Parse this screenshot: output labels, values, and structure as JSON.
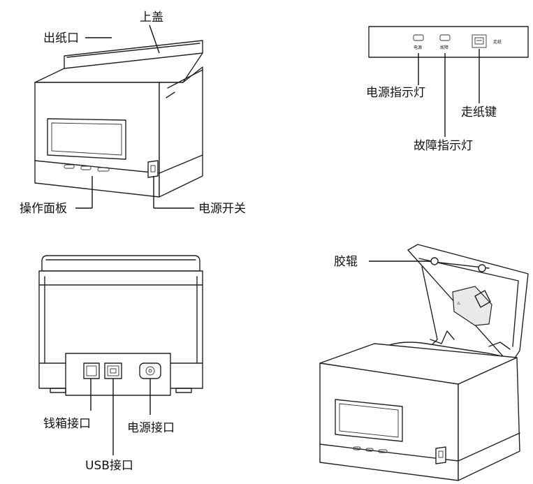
{
  "labels": {
    "top_cover": "上盖",
    "paper_outlet": "出纸口",
    "operation_panel": "操作面板",
    "power_switch": "电源开关",
    "power_indicator": "电源指示灯",
    "error_indicator": "故障指示灯",
    "feed_key": "走纸键",
    "cash_drawer_port": "钱箱接口",
    "usb_port": "USB接口",
    "power_port": "电源接口",
    "rubber_roller": "胶辊"
  },
  "panel_text": {
    "power": "电源",
    "error": "故障",
    "feed": "走纸"
  },
  "colors": {
    "line": "#222222",
    "background": "#ffffff"
  }
}
